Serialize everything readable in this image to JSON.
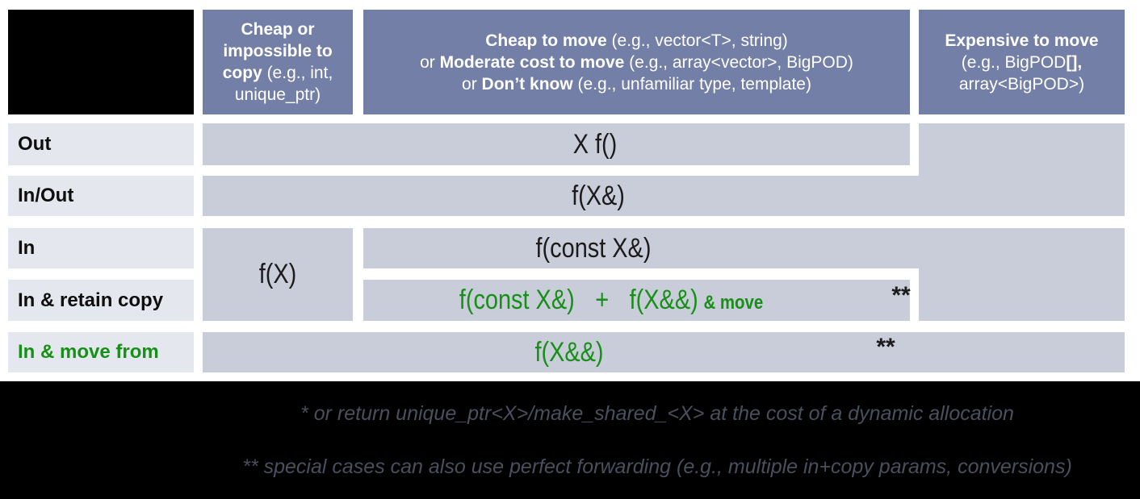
{
  "header": {
    "col1": {
      "bold": "Cheap or impossible to copy",
      "rest": " (e.g., int, unique_ptr)"
    },
    "col2": {
      "line1_bold": "Cheap to move",
      "line1_rest": " (e.g., vector<T>, string)",
      "line2_pre": "or ",
      "line2_bold": "Moderate cost to move",
      "line2_rest": " (e.g., array<vector>, BigPOD)",
      "line3_pre": "or ",
      "line3_bold": "Don’t know",
      "line3_rest": " (e.g., unfamiliar type, template)"
    },
    "col3": {
      "line1_bold": "Expensive to move",
      "line2_pre": "(e.g., BigPOD",
      "line2_bold": "[],",
      "line3": "array<BigPOD>)"
    }
  },
  "rows": {
    "out": "Out",
    "inout": "In/Out",
    "in": "In",
    "retain": "In & retain copy",
    "movefrom": "In & move from"
  },
  "formulas": {
    "out": "X f()",
    "inout": "f(X&)",
    "in_cheap": "f(X)",
    "in_other": "f(const X&)",
    "retain_first": "f(const X&)",
    "retain_plus": "+",
    "retain_second": "f(X&&)",
    "retain_suffix": "& move",
    "retain_marker": "**",
    "movefrom": "f(X&&)",
    "movefrom_marker": "**"
  },
  "footnotes": {
    "first": "* or return unique_ptr<X>/make_shared_<X> at the cost of a dynamic allocation",
    "second": "** special cases can also use perfect forwarding (e.g., multiple in+copy params, conversions)"
  },
  "colors": {
    "header_bg": "#737fa7",
    "cell_bg": "#c9ccd9",
    "label_bg": "#e5e7ee",
    "green": "#169016",
    "footnote_text": "#4a4f5e",
    "footer_bg": "#000000"
  }
}
